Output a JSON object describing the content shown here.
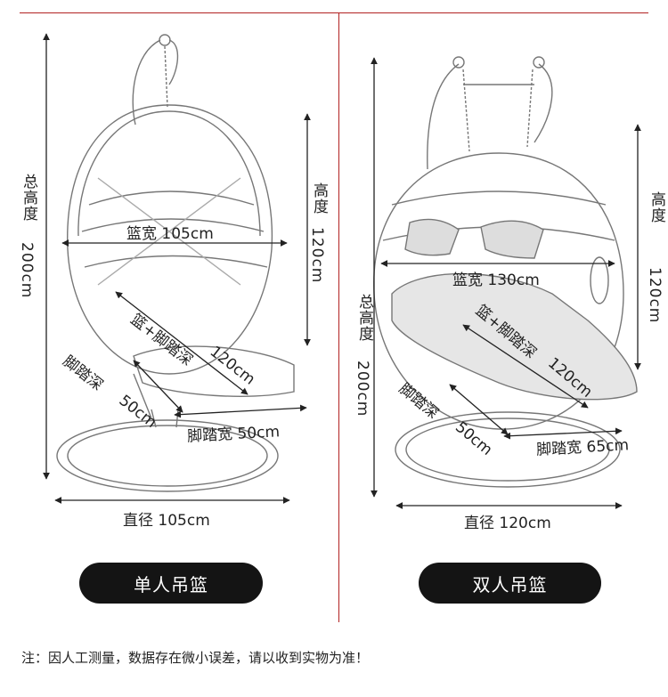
{
  "single": {
    "total_height": "总高度",
    "total_height_value": "200cm",
    "height": "高度",
    "height_value": "120cm",
    "basket_width": "篮宽 105cm",
    "basket_plus_depth": "篮+脚踏深",
    "basket_plus_depth_value": "120cm",
    "foot_depth": "脚踏深",
    "foot_depth_value": "50cm",
    "foot_width": "脚踏宽 50cm",
    "diameter": "直径 105cm",
    "button": "单人吊篮"
  },
  "double": {
    "total_height": "总高度",
    "total_height_value": "200cm",
    "height": "高度",
    "height_value": "120cm",
    "basket_width": "篮宽 130cm",
    "basket_plus_depth": "篮+脚踏深",
    "basket_plus_depth_value": "120cm",
    "foot_depth": "脚踏深",
    "foot_depth_value": "50cm",
    "foot_width": "脚踏宽 65cm",
    "diameter": "直径 120cm",
    "button": "双人吊篮"
  },
  "note": "注：因人工测量，数据存在微小误差，请以收到实物为准！",
  "colors": {
    "divider": "#b22222",
    "pill": "#141414"
  }
}
